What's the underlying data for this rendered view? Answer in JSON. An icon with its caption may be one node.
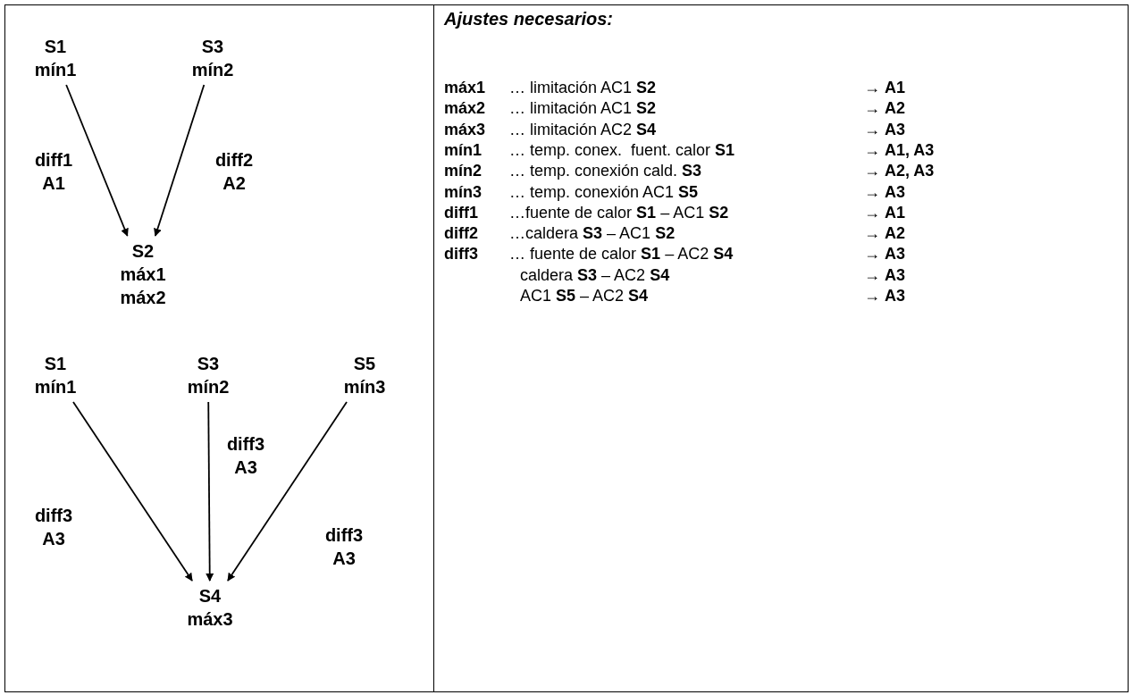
{
  "diagram": {
    "title": "Ajustes necesarios:",
    "nodes": [
      {
        "text": [
          "S1",
          "mín1"
        ]
      },
      {
        "text": [
          "S3",
          "mín2"
        ]
      },
      {
        "text": [
          "S2",
          "máx1",
          "máx2"
        ]
      },
      {
        "text": [
          "S1",
          "mín1"
        ]
      },
      {
        "text": [
          "S3",
          "mín2"
        ]
      },
      {
        "text": [
          "S5",
          "mín3"
        ]
      },
      {
        "text": [
          "S4",
          "máx3"
        ]
      }
    ],
    "edges": [
      {
        "from": 0,
        "to": 2,
        "arrow": "to",
        "label": "diff1 A1"
      },
      {
        "from": 1,
        "to": 2,
        "arrow": "to",
        "label": "diff2 A2"
      },
      {
        "from": 3,
        "to": 6,
        "arrow": "to",
        "label": "diff3 A3"
      },
      {
        "from": 4,
        "to": 6,
        "arrow": "to",
        "label": "diff3 A3"
      },
      {
        "from": 5,
        "to": 6,
        "arrow": "to",
        "label": "diff3 A3"
      }
    ],
    "labels": [
      "máx1",
      "… limitación AC1 **S2**",
      "→ **A1**",
      "máx2",
      "… limitación AC1 **S2**",
      "→ **A2**",
      "máx3",
      "… limitación AC2 **S4**",
      "→ **A3**",
      "mín1",
      "… temp. conex.  fuent. calor **S1**",
      "→ **A1, A3**",
      "mín2",
      "… temp. conexión cald. **S3**",
      "→ **A2, A3**",
      "mín3",
      "… temp. conexión AC1 **S5**",
      "→ **A3**",
      "diff1",
      "…fuente de calor **S1** – AC1 **S2**",
      "→ **A1**",
      "diff2",
      "…caldera **S3** – AC1 **S2**",
      "→ **A2**",
      "diff3",
      "… fuente de calor **S1** – AC2 **S4**",
      "→ **A3**",
      "caldera **S3** – AC2 **S4**",
      "→ **A3**",
      "AC1 **S5** – AC2 **S4**",
      "→ **A3**"
    ]
  }
}
